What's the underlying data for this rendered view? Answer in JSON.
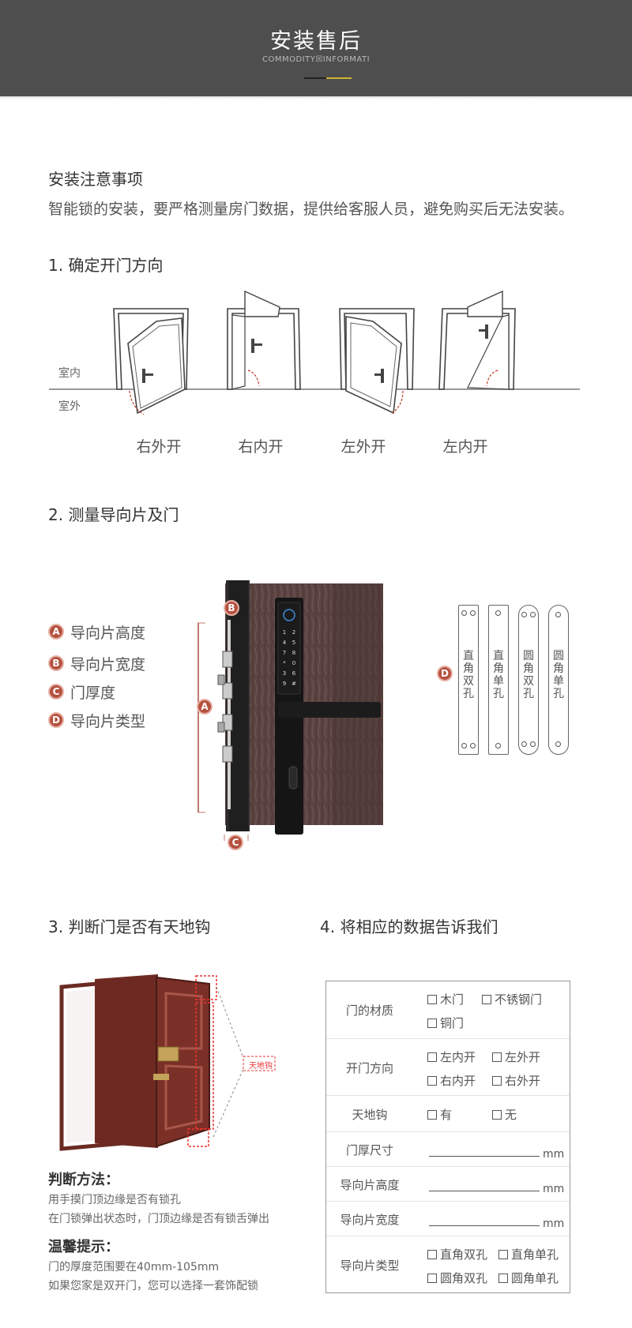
{
  "header": {
    "title": "安装售后",
    "subtitle": "COMMODITY☒INFORMATI"
  },
  "notice": {
    "heading": "安装注意事项",
    "text": "智能锁的安装，要严格测量房门数据，提供给客服人员，避免购买后无法安装。"
  },
  "section1": {
    "title": "1. 确定开门方向",
    "indoor": "室内",
    "outdoor": "室外",
    "directions": [
      "右外开",
      "右内开",
      "左外开",
      "左内开"
    ]
  },
  "section2": {
    "title": "2. 测量导向片及门",
    "legend": [
      {
        "badge": "A",
        "label": "导向片高度"
      },
      {
        "badge": "B",
        "label": "导向片宽度"
      },
      {
        "badge": "C",
        "label": "门厚度"
      },
      {
        "badge": "D",
        "label": "导向片类型"
      }
    ],
    "markers": {
      "a": "A",
      "b": "B",
      "c": "C",
      "d": "D"
    },
    "keypad": [
      "1",
      "2",
      "3",
      "4",
      "5",
      "6",
      "7",
      "8",
      "9",
      "*",
      "0",
      "#"
    ],
    "strike_types": [
      "直角双孔",
      "直角单孔",
      "圆角双孔",
      "圆角单孔"
    ]
  },
  "section3": {
    "title": "3. 判断门是否有天地钩",
    "callout": "天地钩",
    "method_title": "判断方法：",
    "method_lines": [
      "用手摸门顶边缘是否有锁孔",
      "在门锁弹出状态时，门顶边缘是否有锁舌弹出"
    ],
    "tip_title": "温馨提示：",
    "tip_lines": [
      "门的厚度范围要在40mm-105mm",
      "如果您家是双开门，您可以选择一套饰配锁"
    ]
  },
  "section4": {
    "title": "4. 将相应的数据告诉我们",
    "material": {
      "label": "门的材质",
      "options": [
        "木门",
        "不锈钢门",
        "铜门"
      ]
    },
    "direction": {
      "label": "开门方向",
      "options": [
        "左内开",
        "左外开",
        "右内开",
        "右外开"
      ]
    },
    "hook": {
      "label": "天地钩",
      "options": [
        "有",
        "无"
      ]
    },
    "thickness": {
      "label": "门厚尺寸",
      "unit": "mm"
    },
    "strike_height": {
      "label": "导向片高度",
      "unit": "mm"
    },
    "strike_width": {
      "label": "导向片宽度",
      "unit": "mm"
    },
    "strike_type": {
      "label": "导向片类型",
      "options": [
        "直角双孔",
        "直角单孔",
        "圆角双孔",
        "圆角单孔"
      ]
    }
  }
}
